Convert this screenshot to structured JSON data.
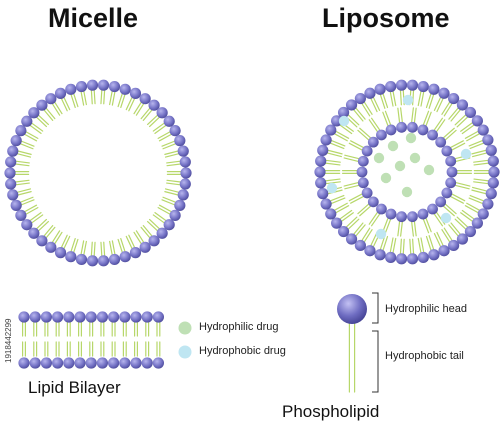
{
  "titles": {
    "micelle": "Micelle",
    "liposome": "Liposome"
  },
  "legend": {
    "hydrophilic_drug": "Hydrophilic drug",
    "hydrophobic_drug": "Hydrophobic drug"
  },
  "bilayer": {
    "label": "Lipid Bilayer"
  },
  "phospholipid": {
    "label": "Phospholipid",
    "head_label": "Hydrophilic head",
    "tail_label": "Hydrophobic tail"
  },
  "watermark": {
    "id_text": "1918442299"
  },
  "colors": {
    "head": "#7a79c9",
    "tail": "#b7d76a",
    "hydrophilic_drug": "#bfe0b5",
    "hydrophobic_drug": "#bfe6f2"
  }
}
